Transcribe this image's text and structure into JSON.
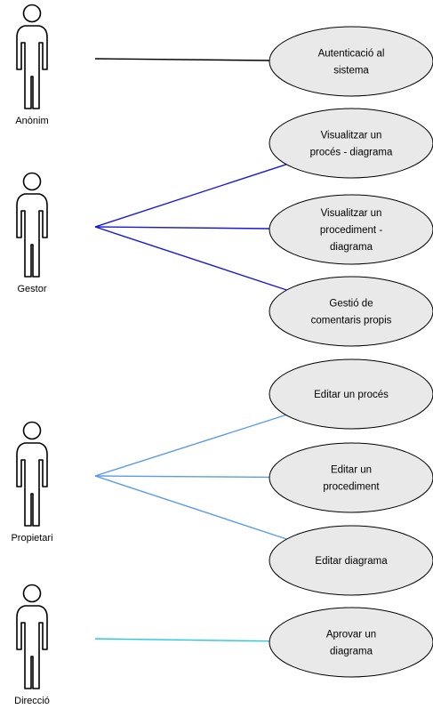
{
  "actors": [
    {
      "id": "anonim",
      "label": "Anònim"
    },
    {
      "id": "gestor",
      "label": "Gestor"
    },
    {
      "id": "propietari",
      "label": "Propietari"
    },
    {
      "id": "direccio",
      "label": "Direcció"
    }
  ],
  "use_cases": [
    {
      "id": "autenticacio",
      "lines": [
        "Autenticació al",
        "sistema"
      ]
    },
    {
      "id": "visualitzar-proces",
      "lines": [
        "Visualitzar un",
        "procés - diagrama"
      ]
    },
    {
      "id": "visualitzar-procediment",
      "lines": [
        "Visualitzar un",
        "procediment -",
        "diagrama"
      ]
    },
    {
      "id": "gestio-comentaris",
      "lines": [
        "Gestió de",
        "comentaris propis"
      ]
    },
    {
      "id": "editar-proces",
      "lines": [
        "Editar un procés"
      ]
    },
    {
      "id": "editar-procediment",
      "lines": [
        "Editar un",
        "procediment"
      ]
    },
    {
      "id": "editar-diagrama",
      "lines": [
        "Editar diagrama"
      ]
    },
    {
      "id": "aprovar-diagrama",
      "lines": [
        "Aprovar un",
        "diagrama"
      ]
    }
  ],
  "associations": [
    {
      "actor": "anonim",
      "use_case": "autenticacio",
      "color": "#000000"
    },
    {
      "actor": "gestor",
      "use_case": "visualitzar-proces",
      "color": "#1a1ad6"
    },
    {
      "actor": "gestor",
      "use_case": "visualitzar-procediment",
      "color": "#1a1ad6"
    },
    {
      "actor": "gestor",
      "use_case": "gestio-comentaris",
      "color": "#1a1ad6"
    },
    {
      "actor": "propietari",
      "use_case": "editar-proces",
      "color": "#5b9bea"
    },
    {
      "actor": "propietari",
      "use_case": "editar-procediment",
      "color": "#5b9bea"
    },
    {
      "actor": "propietari",
      "use_case": "editar-diagrama",
      "color": "#5b9bea"
    },
    {
      "actor": "direccio",
      "use_case": "aprovar-diagrama",
      "color": "#22c8e0"
    }
  ]
}
